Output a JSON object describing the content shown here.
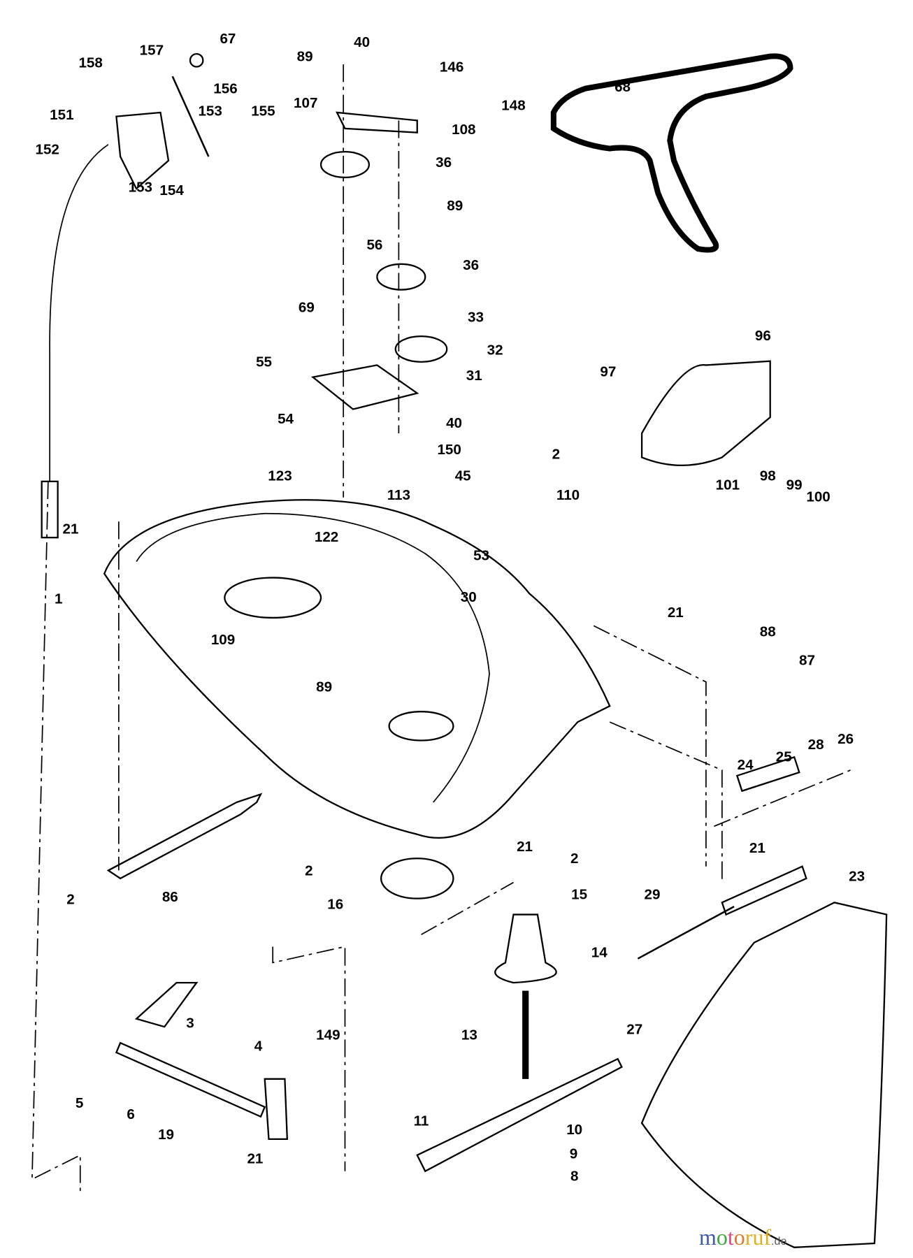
{
  "diagram": {
    "labels": [
      "67",
      "157",
      "158",
      "151",
      "156",
      "153",
      "155",
      "152",
      "153",
      "154",
      "40",
      "89",
      "146",
      "148",
      "107",
      "108",
      "36",
      "89",
      "56",
      "68",
      "36",
      "69",
      "33",
      "32",
      "55",
      "31",
      "96",
      "97",
      "54",
      "40",
      "150",
      "2",
      "45",
      "123",
      "113",
      "110",
      "101",
      "98",
      "99",
      "100",
      "21",
      "122",
      "53",
      "1",
      "30",
      "21",
      "88",
      "109",
      "89",
      "87",
      "24",
      "25",
      "28",
      "26",
      "21",
      "2",
      "2",
      "21",
      "23",
      "2",
      "86",
      "16",
      "15",
      "29",
      "14",
      "3",
      "27",
      "13",
      "149",
      "4",
      "5",
      "6",
      "11",
      "10",
      "19",
      "21",
      "9",
      "8"
    ]
  },
  "watermark": {
    "brand": "motoruf",
    "tld": ".de",
    "colors": [
      "#3b5aa8",
      "#3aa83a",
      "#e0457b",
      "#e07a2a",
      "#e0b020"
    ]
  }
}
